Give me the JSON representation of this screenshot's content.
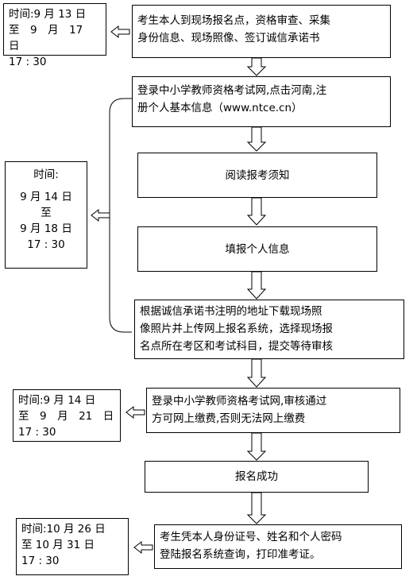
{
  "time_boxes": {
    "t1": [
      "时间:9 月 13 日",
      "至　9　月　17　日",
      "17 : 30"
    ],
    "t2": [
      "时间:",
      "9 月 14 日",
      "至",
      "9 月 18 日",
      "17 : 30"
    ],
    "t3": [
      "时间:9 月 14 日",
      "至　9　月　21　日",
      "17 : 30"
    ],
    "t4": [
      "时间:10 月 26 日",
      "至 10 月 31 日",
      "17 : 30"
    ]
  },
  "steps": {
    "s1": [
      "考生本人到现场报名点，资格审查、采集",
      "身份信息、现场照像、签订诚信承诺书"
    ],
    "s2": [
      "登录中小学教师资格考试网,点击河南,注",
      "册个人基本信息（www.ntce.cn）"
    ],
    "s3": [
      "阅读报考须知"
    ],
    "s4": [
      "填报个人信息"
    ],
    "s5": [
      "根据诚信承诺书注明的地址下载现场照",
      "像照片并上传网上报名系统，选择现场报",
      "名点所在考区和考试科目，提交等待审核"
    ],
    "s6": [
      "登录中小学教师资格考试网,审核通过",
      "方可网上缴费,否则无法网上缴费"
    ],
    "s7": [
      "报名成功"
    ],
    "s8": [
      "考生凭本人身份证号、姓名和个人密码",
      "登陆报名系统查询，打印准考证。"
    ]
  }
}
